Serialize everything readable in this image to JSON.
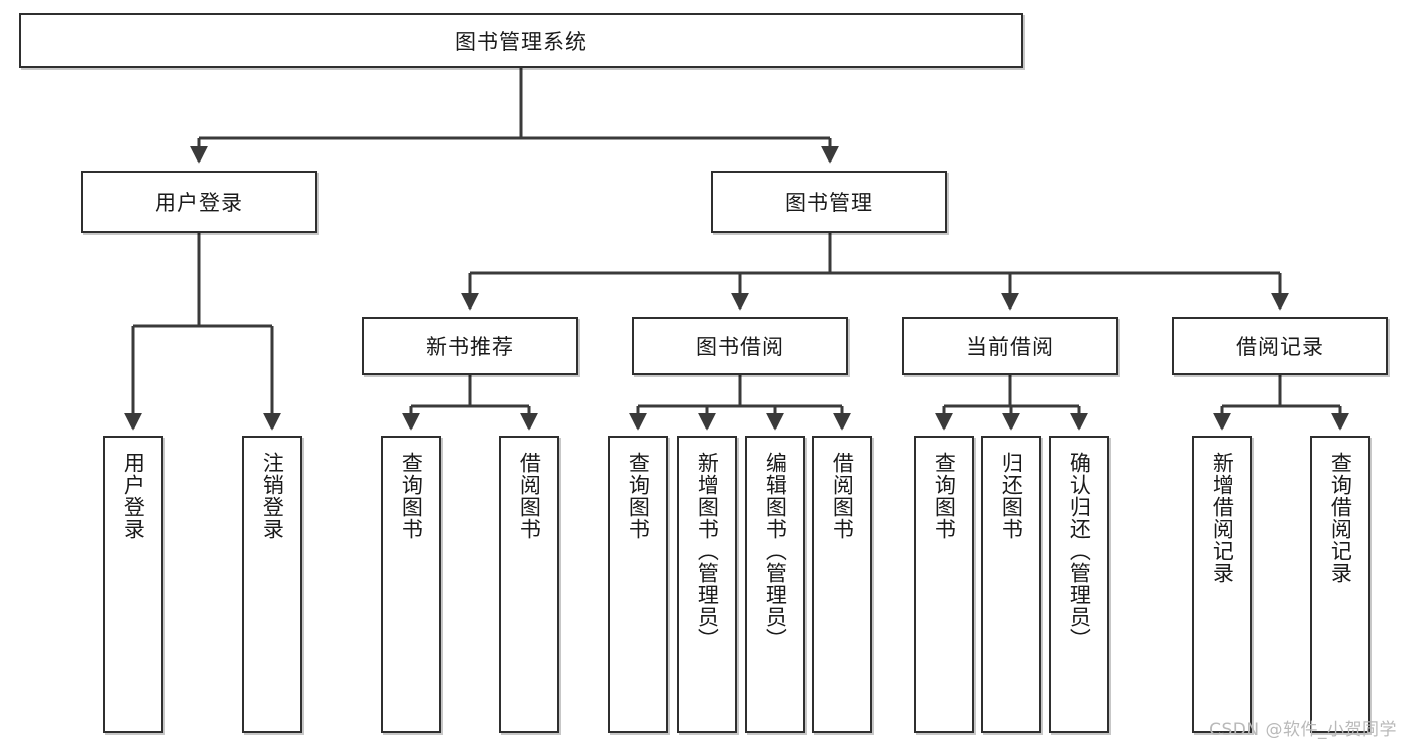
{
  "diagram": {
    "type": "tree-hierarchy",
    "title": "图书管理系统",
    "watermark": "CSDN @软件_小贺同学",
    "colors": {
      "box_border": "#2f2f2f",
      "box_fill": "#ffffff",
      "connector": "#3a3a3a",
      "text": "#1a1a1a",
      "watermark": "#b9b9b9"
    },
    "nodes": {
      "root": {
        "label": "图书管理系统",
        "level": 1,
        "orientation": "horizontal"
      },
      "l2": [
        {
          "id": "user-login",
          "label": "用户登录",
          "level": 2,
          "orientation": "horizontal"
        },
        {
          "id": "book-manage",
          "label": "图书管理",
          "level": 2,
          "orientation": "horizontal"
        }
      ],
      "l3": [
        {
          "id": "new-book-rec",
          "label": "新书推荐",
          "level": 3,
          "orientation": "horizontal"
        },
        {
          "id": "book-borrow",
          "label": "图书借阅",
          "level": 3,
          "orientation": "horizontal"
        },
        {
          "id": "current-borrow",
          "label": "当前借阅",
          "level": 3,
          "orientation": "horizontal"
        },
        {
          "id": "borrow-record",
          "label": "借阅记录",
          "level": 3,
          "orientation": "horizontal"
        }
      ],
      "leaves": [
        {
          "id": "leaf-user-login",
          "label": "用户登录",
          "parent": "user-login",
          "orientation": "vertical"
        },
        {
          "id": "leaf-user-logout",
          "label": "注销登录",
          "parent": "user-login",
          "orientation": "vertical"
        },
        {
          "id": "leaf-rec-query",
          "label": "查询图书",
          "parent": "new-book-rec",
          "orientation": "vertical"
        },
        {
          "id": "leaf-rec-borrow",
          "label": "借阅图书",
          "parent": "new-book-rec",
          "orientation": "vertical"
        },
        {
          "id": "leaf-borrow-query",
          "label": "查询图书",
          "parent": "book-borrow",
          "orientation": "vertical"
        },
        {
          "id": "leaf-borrow-add",
          "label": "新增图书（管理员）",
          "parent": "book-borrow",
          "orientation": "vertical"
        },
        {
          "id": "leaf-borrow-edit",
          "label": "编辑图书（管理员）",
          "parent": "book-borrow",
          "orientation": "vertical"
        },
        {
          "id": "leaf-borrow-do",
          "label": "借阅图书",
          "parent": "book-borrow",
          "orientation": "vertical"
        },
        {
          "id": "leaf-cur-query",
          "label": "查询图书",
          "parent": "current-borrow",
          "orientation": "vertical"
        },
        {
          "id": "leaf-cur-return",
          "label": "归还图书",
          "parent": "current-borrow",
          "orientation": "vertical"
        },
        {
          "id": "leaf-cur-confirm",
          "label": "确认归还（管理员）",
          "parent": "current-borrow",
          "orientation": "vertical"
        },
        {
          "id": "leaf-rec-add",
          "label": "新增借阅记录",
          "parent": "borrow-record",
          "orientation": "vertical"
        },
        {
          "id": "leaf-rec-search",
          "label": "查询借阅记录",
          "parent": "borrow-record",
          "orientation": "vertical"
        }
      ]
    }
  }
}
